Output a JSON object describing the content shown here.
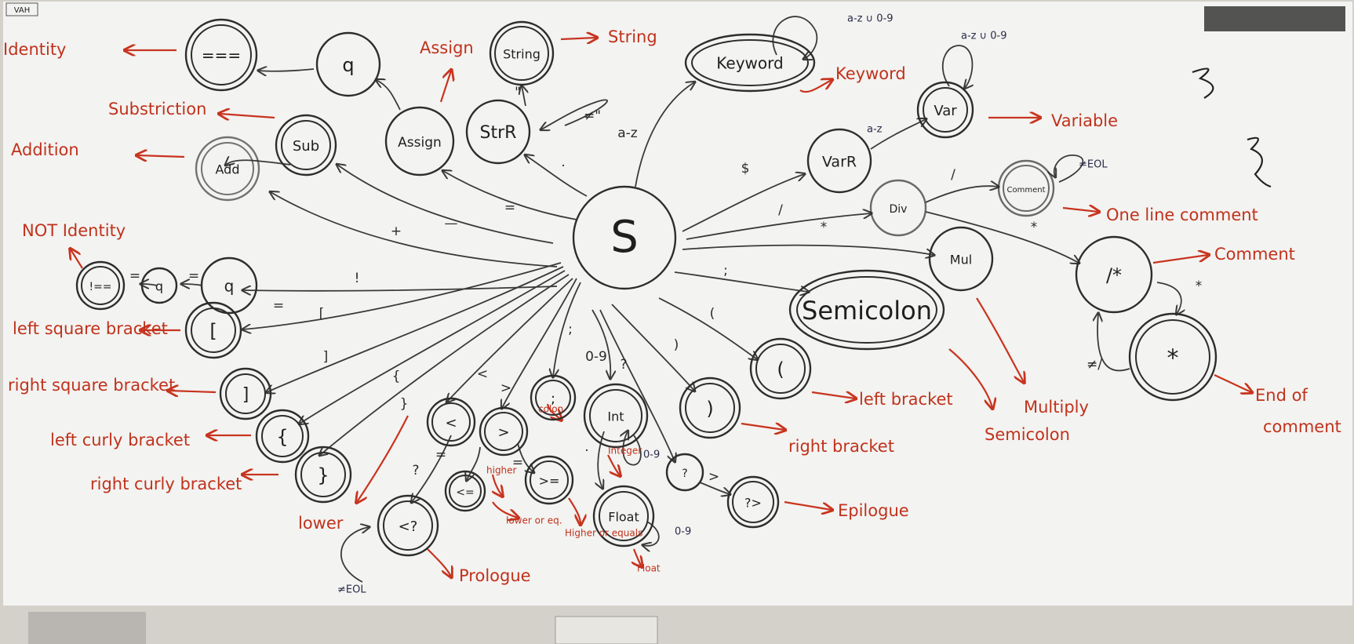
{
  "board_label": "VAH",
  "states": {
    "start": "S",
    "identity": "===",
    "eq_wait": "q",
    "string": "String",
    "keyword": "Keyword",
    "assign": "Assign",
    "str_r": "StrR",
    "sub": "Sub",
    "add": "Add",
    "var": "Var",
    "var_r": "VarR",
    "div": "Div",
    "comment_line": "Comment",
    "mul": "Mul",
    "semicolon": "Semicolon",
    "comment_open": "/*",
    "comment_star": "*",
    "not_identity": "!==",
    "not_q1": "q",
    "not_q2": "q",
    "lsquare": "[",
    "rsquare": "]",
    "lcurly": "{",
    "rcurly": "}",
    "lt": "<",
    "gt": ">",
    "colon": ";",
    "int": "Int",
    "query": "?",
    "rparen": ")",
    "lparen": "(",
    "le": "<=",
    "ge": ">=",
    "float": "Float",
    "prolog": "<?",
    "epilog": "?>"
  },
  "edge_labels": {
    "plus": "+",
    "minus": "—",
    "equals": "=",
    "dot": "·",
    "az": "a-z",
    "dollar": "$",
    "slash": "/",
    "star": "*",
    "semi": ";",
    "lparen": "(",
    "rparen": ")",
    "digits": "0-9",
    "question": "?",
    "bang": "!",
    "lbrack": "[",
    "rbrack": "]",
    "lbrace": "{",
    "rbrace": "}",
    "lt": "<",
    "gt": ">",
    "colon": ";",
    "eq_small": "=",
    "quote": "\"",
    "not_quote": "≠\"",
    "az_loop": "a-z ∪ 0-9",
    "var_loop": "a-z ∪ 0-9",
    "var_first": "a-z",
    "slash2": "/",
    "not_eol": "≠EOL",
    "star2": "*",
    "star_loop": "*",
    "not_slash": "≠/",
    "float_loop": "0-9",
    "int_loop": "0-9",
    "dot_int": ".",
    "prolog_q": "?",
    "prolog_eol": "≠EOL",
    "gt2": ">",
    "eq_le": "=",
    "eq_ge": "=",
    "neq1": "=",
    "neq2": "="
  },
  "tokens": {
    "identity": "Identity",
    "string": "String",
    "assign": "Assign",
    "keyword": "Keyword",
    "subtraction": "Substriction",
    "addition": "Addition",
    "variable": "Variable",
    "one_line_comment": "One line comment",
    "comment": "Comment",
    "not_identity": "NOT Identity",
    "left_square": "left square bracket",
    "right_square": "right square bracket",
    "left_curly": "left curly bracket",
    "right_curly": "right curly bracket",
    "lower": "lower",
    "prologue": "Prologue",
    "epilogue": "Epilogue",
    "left_bracket": "left bracket",
    "right_bracket": "right bracket",
    "multiply": "Multiply",
    "semicolon": "Semicolon",
    "end_of": "End of",
    "comment2": "comment",
    "colon": "colon",
    "higher": "higher",
    "integer": "Integer",
    "lower_or_eq": "lower or eq.",
    "higher_or_equals": "Higher or equals",
    "float": "Float"
  },
  "colors": {
    "board": "#f3f3f1",
    "ink": "#2d2d2d",
    "marker_red": "#c8341f",
    "frame": "#cfcac3",
    "ledge": "#8f8c86"
  }
}
